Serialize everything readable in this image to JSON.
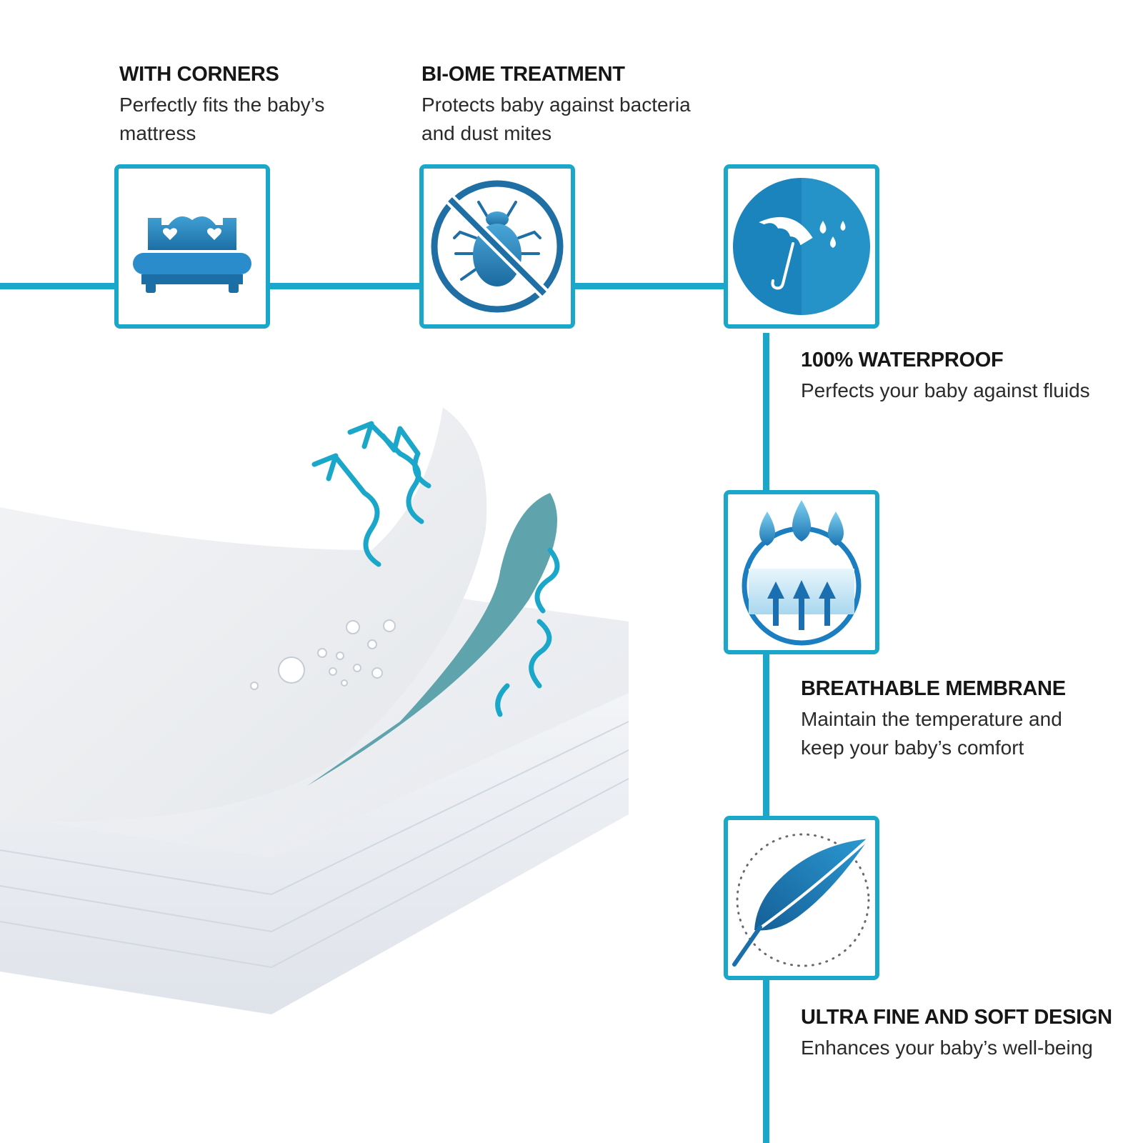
{
  "features": {
    "corners": {
      "title": "WITH CORNERS",
      "desc_line1": "Perfectly fits the baby’s",
      "desc_line2": "mattress",
      "icon": "bed-icon"
    },
    "treatment": {
      "title": "BI-OME TREATMENT",
      "desc_line1": "Protects baby against bacteria",
      "desc_line2": "and dust mites",
      "icon": "no-bug-icon"
    },
    "waterproof": {
      "title": "100% WATERPROOF",
      "desc_line1": "Perfects your baby against fluids",
      "icon": "umbrella-icon"
    },
    "breathable": {
      "title": "BREATHABLE MEMBRANE",
      "desc_line1": "Maintain the temperature and",
      "desc_line2": "keep your baby’s comfort",
      "icon": "breathable-drops-icon"
    },
    "soft": {
      "title": "ULTRA FINE AND SOFT DESIGN",
      "desc_line1": "Enhances your baby’s well-being",
      "icon": "feather-icon"
    }
  },
  "colors": {
    "accent": "#1aa7c9",
    "icon_blue": "#1f7fb8",
    "membrane": "#5fa4ad"
  }
}
